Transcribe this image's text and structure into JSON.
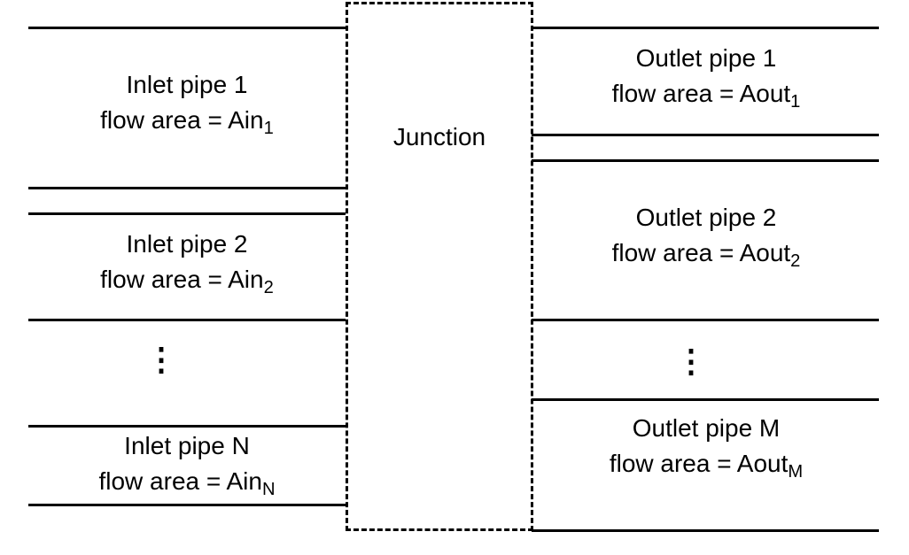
{
  "junction": {
    "label": "Junction"
  },
  "inlets": [
    {
      "name": "Inlet pipe 1",
      "area_text": "flow area = Ain",
      "subscript": "1"
    },
    {
      "name": "Inlet pipe 2",
      "area_text": "flow area = Ain",
      "subscript": "2"
    },
    {
      "name": "Inlet pipe N",
      "area_text": "flow area = Ain",
      "subscript": "N"
    }
  ],
  "outlets": [
    {
      "name": "Outlet pipe 1",
      "area_text": "flow area = Aout",
      "subscript": "1"
    },
    {
      "name": "Outlet pipe 2",
      "area_text": "flow area = Aout",
      "subscript": "2"
    },
    {
      "name": "Outlet pipe M",
      "area_text": "flow area = Aout",
      "subscript": "M"
    }
  ],
  "ellipsis": "⋮",
  "colors": {
    "line": "#000000",
    "background": "#ffffff"
  }
}
